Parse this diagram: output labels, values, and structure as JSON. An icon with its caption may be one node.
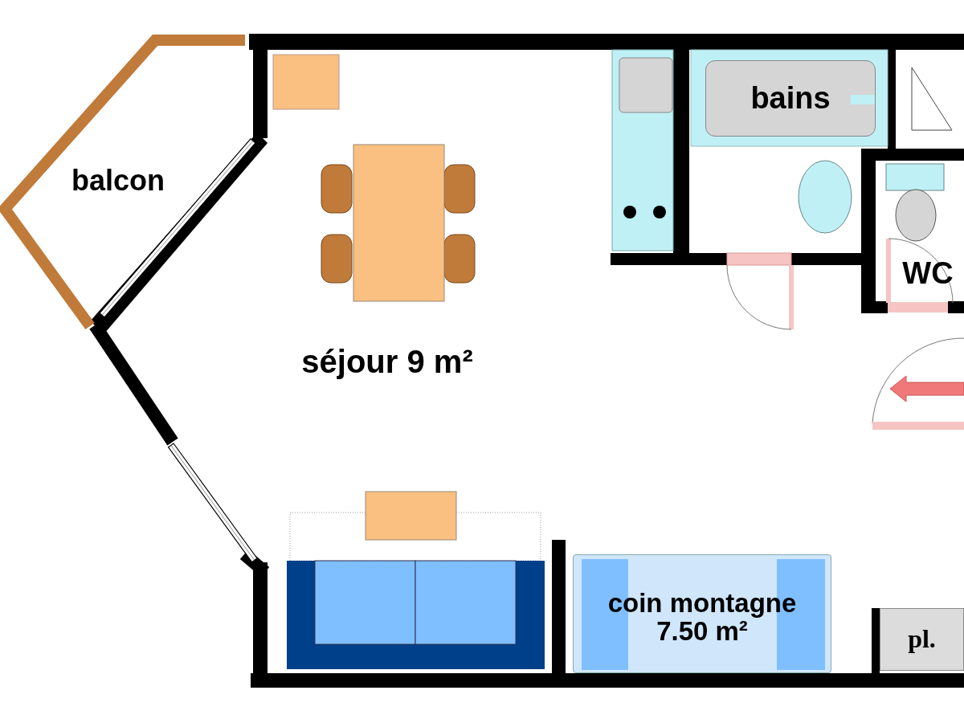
{
  "diagram": {
    "nodes": [
      {
        "text": [
          "bains"
        ]
      },
      {
        "text": [
          "coin montagne 7.50 m²"
        ]
      },
      {
        "text": [
          "pl."
        ]
      }
    ],
    "labels": [
      "balcon",
      "WC",
      "séjour 9 m²"
    ]
  }
}
